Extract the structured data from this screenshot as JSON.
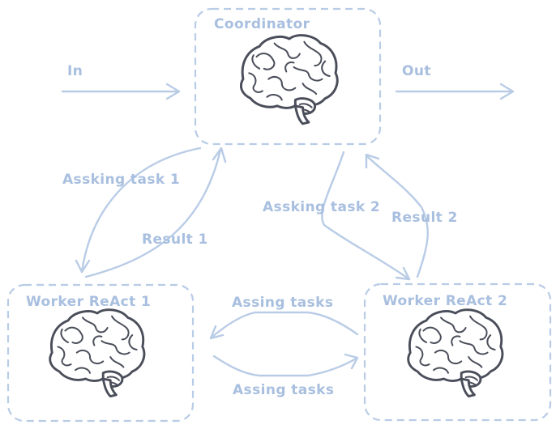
{
  "colors": {
    "accent": "#b9cce6",
    "text": "#a8bfdf",
    "brain": "#4a4e5a"
  },
  "icons": {
    "brain": "brain-icon"
  },
  "nodes": {
    "coordinator": {
      "title": "Coordinator",
      "icon": "brain-icon"
    },
    "worker1": {
      "title": "Worker ReAct 1",
      "icon": "brain-icon"
    },
    "worker2": {
      "title": "Worker ReAct 2",
      "icon": "brain-icon"
    }
  },
  "edges": {
    "input": "In",
    "output": "Out",
    "ask_task_1": "Assking task 1",
    "result_1": "Result 1",
    "ask_task_2": "Assking task 2",
    "result_2": "Result 2",
    "assign_to_worker1": "Assing tasks",
    "assign_to_worker2": "Assing tasks"
  }
}
